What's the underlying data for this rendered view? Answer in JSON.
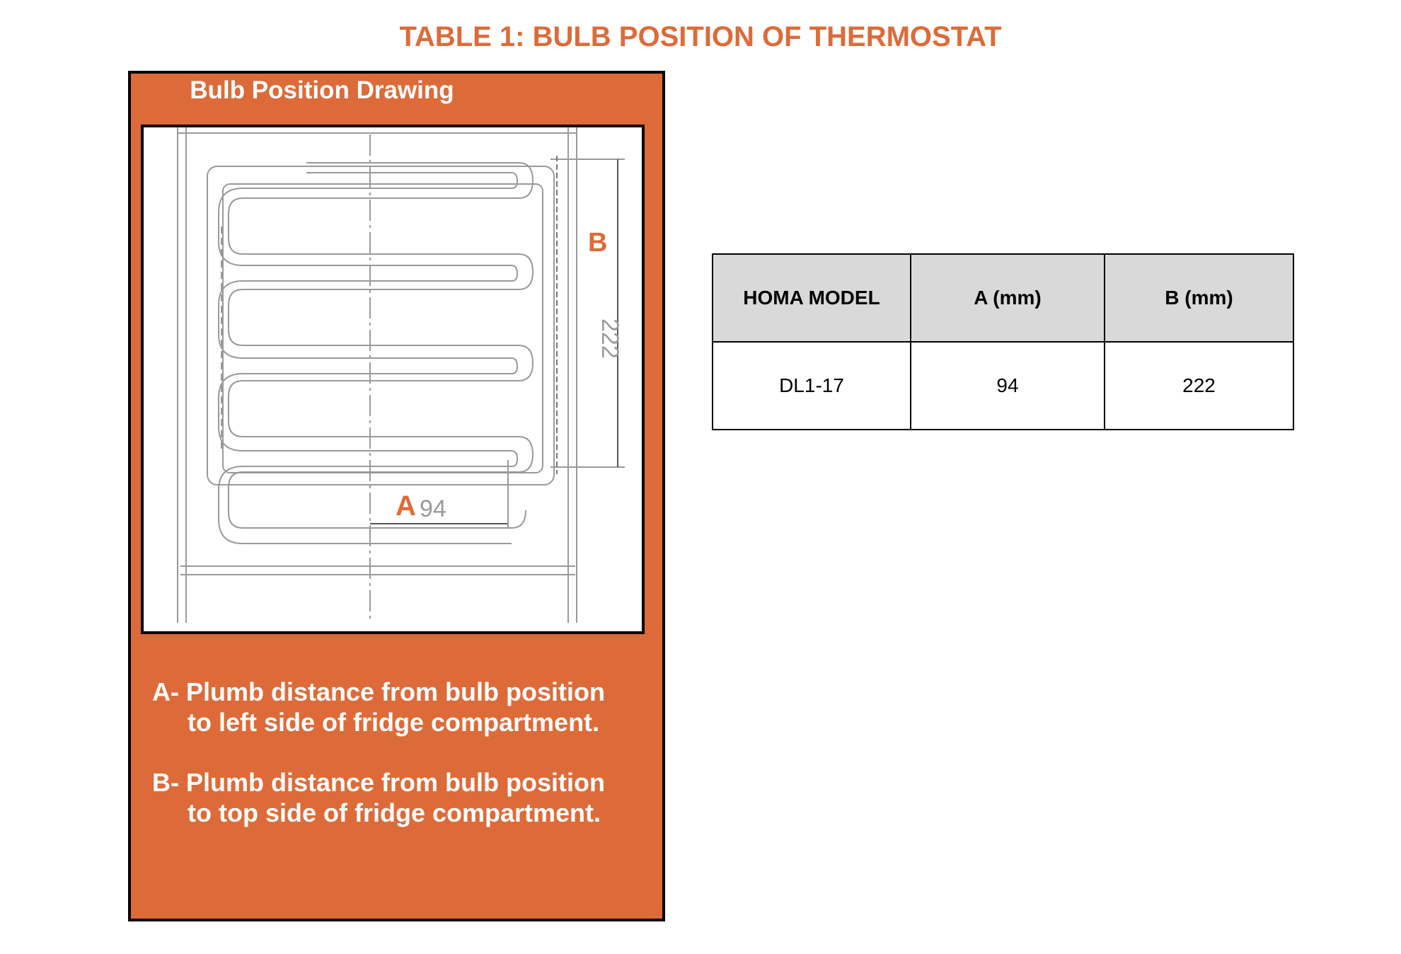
{
  "title": "TABLE 1: BULB POSITION OF THERMOSTAT",
  "panel": {
    "heading": "Bulb Position Drawing",
    "drawing": {
      "label_a": "A",
      "dim_a": "94",
      "label_b": "B",
      "dim_b": "222"
    },
    "notes": [
      {
        "line1": "A- Plumb distance from bulb position",
        "line2": "to left side of fridge compartment."
      },
      {
        "line1": "B- Plumb distance from bulb position",
        "line2": "to top side of fridge compartment."
      }
    ]
  },
  "table": {
    "headers": [
      "HOMA MODEL",
      "A (mm)",
      "B (mm)"
    ],
    "rows": [
      [
        "DL1-17",
        "94",
        "222"
      ]
    ]
  },
  "colors": {
    "accent": "#dd6b39",
    "header_bg": "#d9d9d9"
  }
}
